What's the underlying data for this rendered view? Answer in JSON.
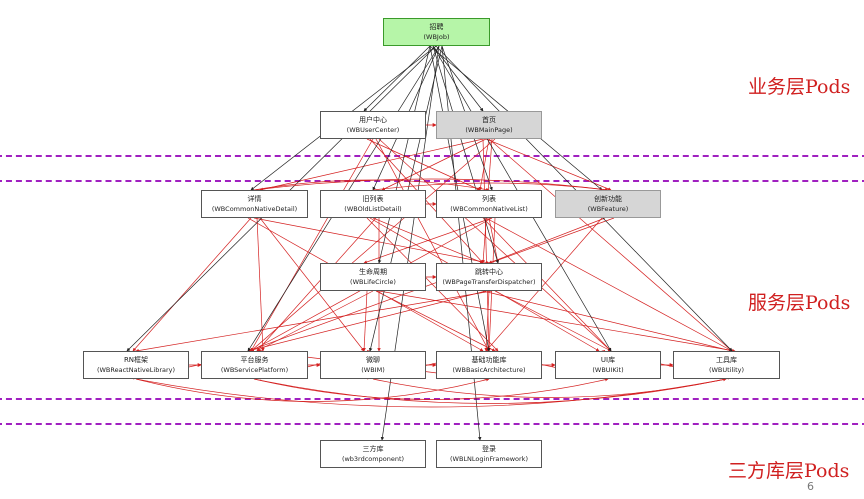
{
  "layers": [
    {
      "id": "biz",
      "label": "业务层Pods"
    },
    {
      "id": "svc",
      "label": "服务层Pods"
    },
    {
      "id": "third",
      "label": "三方库层Pods"
    }
  ],
  "nodes": {
    "wbjob": {
      "cn": "招聘",
      "en": "(WBJob)"
    },
    "usercenter": {
      "cn": "用户中心",
      "en": "(WBUserCenter)"
    },
    "mainpage": {
      "cn": "首页",
      "en": "(WBMainPage)"
    },
    "detail": {
      "cn": "详情",
      "en": "(WBCommonNativeDetail)"
    },
    "olddetail": {
      "cn": "旧列表",
      "en": "(WBOldListDetail)"
    },
    "list": {
      "cn": "列表",
      "en": "(WBCommonNativeList)"
    },
    "feature": {
      "cn": "创新功能",
      "en": "(WBFeature)"
    },
    "lifecircle": {
      "cn": "生命周期",
      "en": "(WBLifeCircle)"
    },
    "dispatcher": {
      "cn": "跳转中心",
      "en": "(WBPageTransferDispatcher)"
    },
    "rn": {
      "cn": "RN框架",
      "en": "(WBReactNativeLibrary)"
    },
    "platform": {
      "cn": "平台服务",
      "en": "(WBServicePlatform)"
    },
    "im": {
      "cn": "微聊",
      "en": "(WBIM)"
    },
    "basic": {
      "cn": "基础功能库",
      "en": "(WBBasicArchitecture)"
    },
    "uikit": {
      "cn": "UI库",
      "en": "(WBUIKit)"
    },
    "utility": {
      "cn": "工具库",
      "en": "(WBUtility)"
    },
    "thirdlib": {
      "cn": "三方库",
      "en": "(wb3rdcomponent)"
    },
    "login": {
      "cn": "登录",
      "en": "(WBLNLoginFramework)"
    }
  },
  "page_number": "6",
  "colors": {
    "band": "#a020c0",
    "label": "#d02020",
    "green": "#b6f5a8",
    "gray": "#d6d6d6",
    "edge_black": "#222222",
    "edge_red": "#d42020"
  }
}
